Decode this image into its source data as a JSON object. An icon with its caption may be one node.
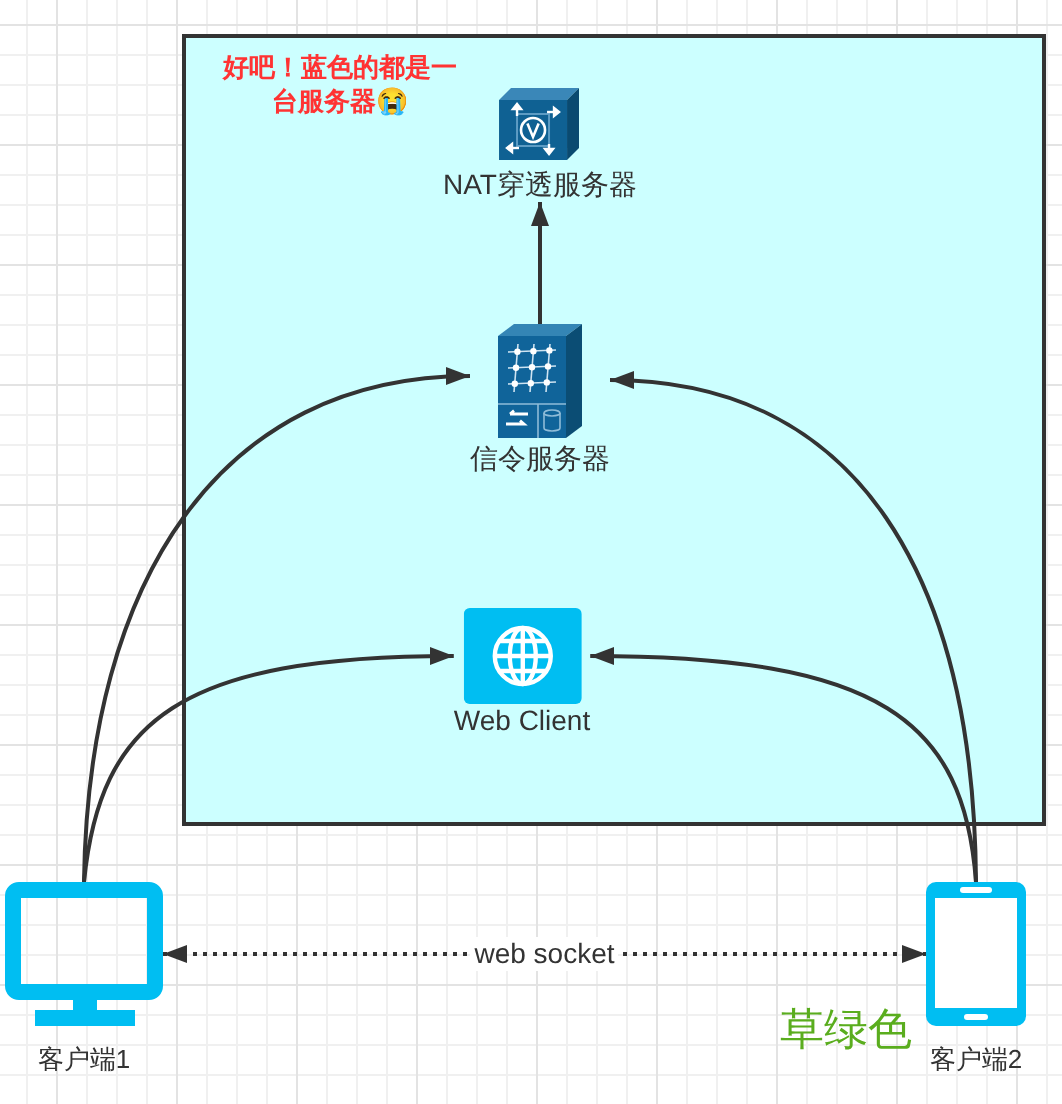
{
  "diagram": {
    "nodes": [
      {
        "text": [
          "好吧！蓝色的都是一台服务器😭"
        ]
      },
      {
        "text": [
          "NAT穿透服务器"
        ],
        "in": 0
      },
      {
        "text": [
          "信令服务器"
        ],
        "in": 0
      },
      {
        "text": [
          "Web Client"
        ],
        "in": 0
      },
      {
        "text": [
          "客户端1"
        ]
      },
      {
        "text": [
          "客户端2"
        ]
      }
    ],
    "edges": [
      {
        "from": 2,
        "to": 1,
        "arrow": "to"
      },
      {
        "from": 4,
        "to": 2,
        "arrow": "to"
      },
      {
        "from": 4,
        "to": 3,
        "arrow": "to"
      },
      {
        "from": 5,
        "to": 2,
        "arrow": "to"
      },
      {
        "from": 5,
        "to": 3,
        "arrow": "to"
      },
      {
        "from": 4,
        "to": 5,
        "arrow": "both",
        "label": "web socket",
        "style": "dashed"
      }
    ],
    "labels": [
      "草绿色"
    ]
  }
}
